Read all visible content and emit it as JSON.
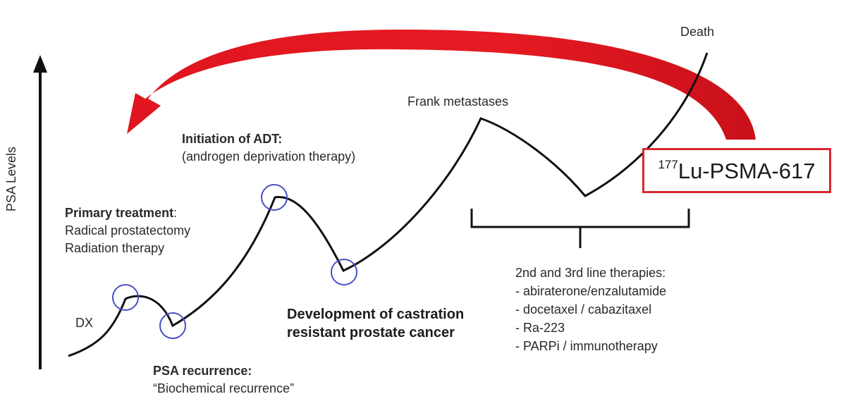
{
  "axis": {
    "ylabel": "PSA Levels"
  },
  "labels": {
    "dx": "DX",
    "primary_title": "Primary treatment",
    "primary_colon": ":",
    "primary_line1": "Radical prostatectomy",
    "primary_line2": "Radiation therapy",
    "adt_title": "Initiation of ADT:",
    "adt_sub": "(androgen deprivation therapy)",
    "psa_title": "PSA recurrence:",
    "psa_sub": "“Biochemical recurrence”",
    "crpc_line1": "Development of castration",
    "crpc_line2": "resistant prostate cancer",
    "frank": "Frank metastases",
    "death": "Death"
  },
  "therapies": {
    "title": "2nd and 3rd line therapies:",
    "items": [
      "- abiraterone/enzalutamide",
      "- docetaxel / cabazitaxel",
      "- Ra-223",
      "- PARPi / immunotherapy"
    ]
  },
  "lu_psma": {
    "isotope": "177",
    "name": "Lu-PSMA-617"
  },
  "colors": {
    "arrow": "#e0151f",
    "circle": "#4a4fc4",
    "box": "#d8262e",
    "curve": "#111111"
  }
}
